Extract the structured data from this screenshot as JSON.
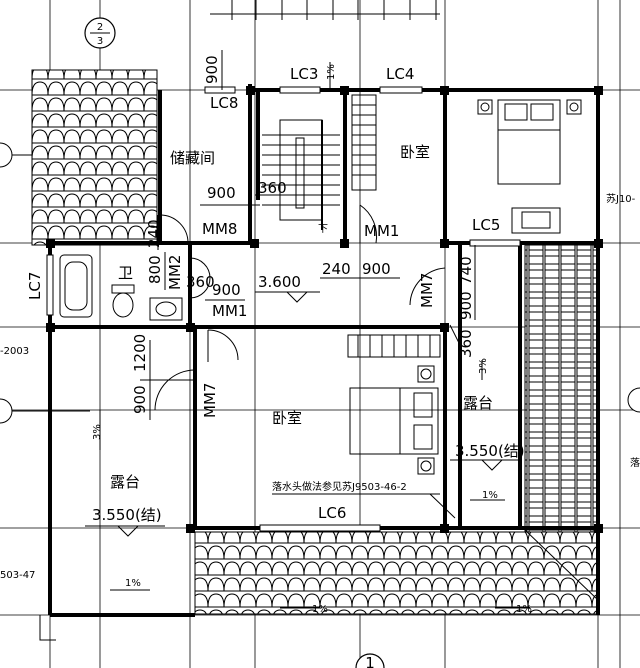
{
  "rooms": {
    "storage": "储藏间",
    "bedroom_top": "卧室",
    "bathroom": "卫",
    "bedroom_main": "卧室",
    "terrace_left": "露台",
    "terrace_right": "露台"
  },
  "elevations": {
    "floor": "3.600",
    "terrace_left": "3.550(结)",
    "terrace_right": "3.550(结)"
  },
  "windows": {
    "lc3": "LC3",
    "lc4": "LC4",
    "lc5": "LC5",
    "lc6": "LC6",
    "lc7": "LC7",
    "lc8": "LC8"
  },
  "doors": {
    "mm1_top": "MM1",
    "mm1_bath": "MM1",
    "mm2": "MM2",
    "mm7_bed": "MM7",
    "mm7_right": "MM7",
    "mm8": "MM8"
  },
  "dimensions": {
    "d900_top": "900",
    "d900_storage": "900",
    "d360_stair": "360",
    "d240_left": "240",
    "d800": "800",
    "d360_bath": "360",
    "d900_bath": "900",
    "d240_mid": "240",
    "d900_mid": "900",
    "d740": "740",
    "d900_right": "900",
    "d1200": "1200",
    "d900_left": "900",
    "d360_right": "360"
  },
  "slopes": {
    "s_top": "1%",
    "s_left": "3%",
    "s_right": "3%",
    "s_bottom_left": "1%",
    "s_bottom_mid": "1%",
    "s_bottom_right": "1%",
    "s_right_mid": "1%"
  },
  "notes": {
    "downspout": "落水头做法参见苏J9503-46-2",
    "ref_left": "-2003",
    "ref_bottom_left": "503-47",
    "ref_top_right": "苏J10-",
    "ref_right": "落"
  },
  "stair_label": "下",
  "axis_bubbles": {
    "top_num": "2",
    "top_den": "3",
    "bottom": "1"
  }
}
